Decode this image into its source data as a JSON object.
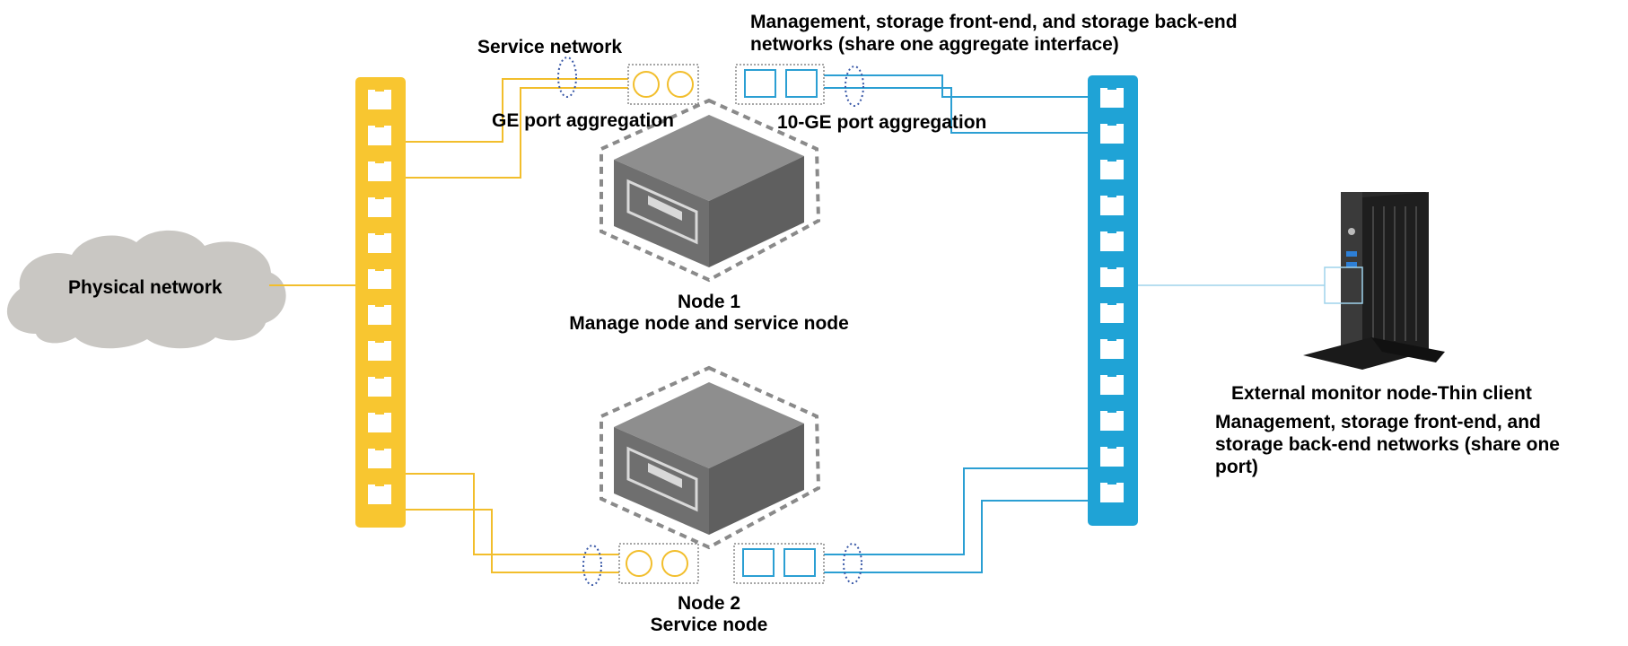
{
  "colors": {
    "ge_switch": "#f8c630",
    "ten_ge_switch": "#1fa3d6",
    "ge_link": "#f2be2c",
    "ten_ge_link": "#2b9fd3",
    "node_body": "#7b7b7b",
    "cloud": "#c8c6c2",
    "ellipse_dots": "#3b5aa8"
  },
  "labels": {
    "service_network": "Service network",
    "shared_networks": "Management, storage front-end, and storage back-end networks (share one aggregate interface)",
    "ge_port_aggregation": "GE port aggregation",
    "ten_ge_port_aggregation": "10-GE port aggregation",
    "physical_network": "Physical network",
    "node1_name": "Node 1",
    "node1_role": "Manage node and service node",
    "node2_name": "Node 2",
    "node2_role": "Service node",
    "thin_client_title": "External monitor node-Thin client",
    "thin_client_networks": "Management, storage front-end, and storage back-end networks (share one port)"
  },
  "icons": {
    "ge_switch": "switch-icon",
    "ten_ge_switch": "switch-icon",
    "node1": "server-icon",
    "node2": "server-icon",
    "cloud": "cloud-icon",
    "thin_client": "thin-client-icon"
  }
}
